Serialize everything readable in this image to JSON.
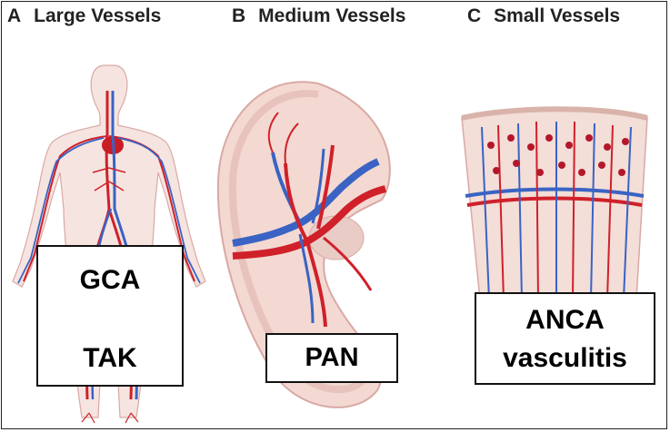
{
  "panels": [
    {
      "letter": "A",
      "title": "Large Vessels",
      "labels": [
        "GCA",
        "TAK"
      ]
    },
    {
      "letter": "B",
      "title": "Medium Vessels",
      "labels": [
        "PAN"
      ]
    },
    {
      "letter": "C",
      "title": "Small Vessels",
      "labels": [
        "ANCA",
        "vasculitis"
      ]
    }
  ],
  "colors": {
    "artery": "#d0202a",
    "vein": "#3a63c4",
    "tissue": "#f3d9d2",
    "tissue_edge": "#d9a9a4"
  }
}
